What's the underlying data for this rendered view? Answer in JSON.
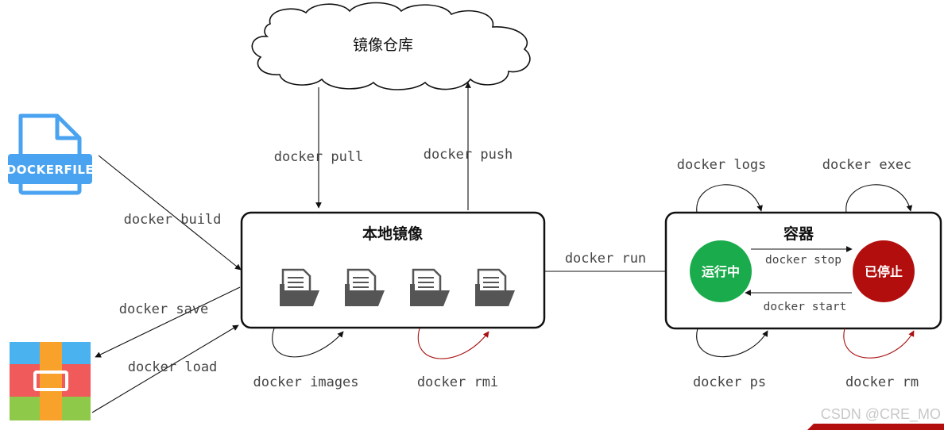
{
  "cloud": {
    "label": "镜像仓库"
  },
  "dockerfile": {
    "label": "DOCKERFILE"
  },
  "local_images": {
    "title": "本地镜像",
    "image_count": 4
  },
  "container": {
    "title": "容器",
    "running": "运行中",
    "stopped": "已停止"
  },
  "commands": {
    "pull": "docker pull",
    "push": "docker push",
    "build": "docker build",
    "save": "docker save",
    "load": "docker load",
    "images": "docker images",
    "rmi": "docker rmi",
    "run": "docker run",
    "logs": "docker logs",
    "exec": "docker exec",
    "stop": "docker stop",
    "start": "docker start",
    "ps": "docker ps",
    "rm": "docker rm"
  },
  "watermark": "CSDN @CRE_MO",
  "colors": {
    "running": "#1aab4c",
    "stopped": "#b30e0e",
    "dockerfile_blue": "#4aa3f0",
    "arrow_dark": "#111111",
    "arrow_red": "#aa1111"
  }
}
